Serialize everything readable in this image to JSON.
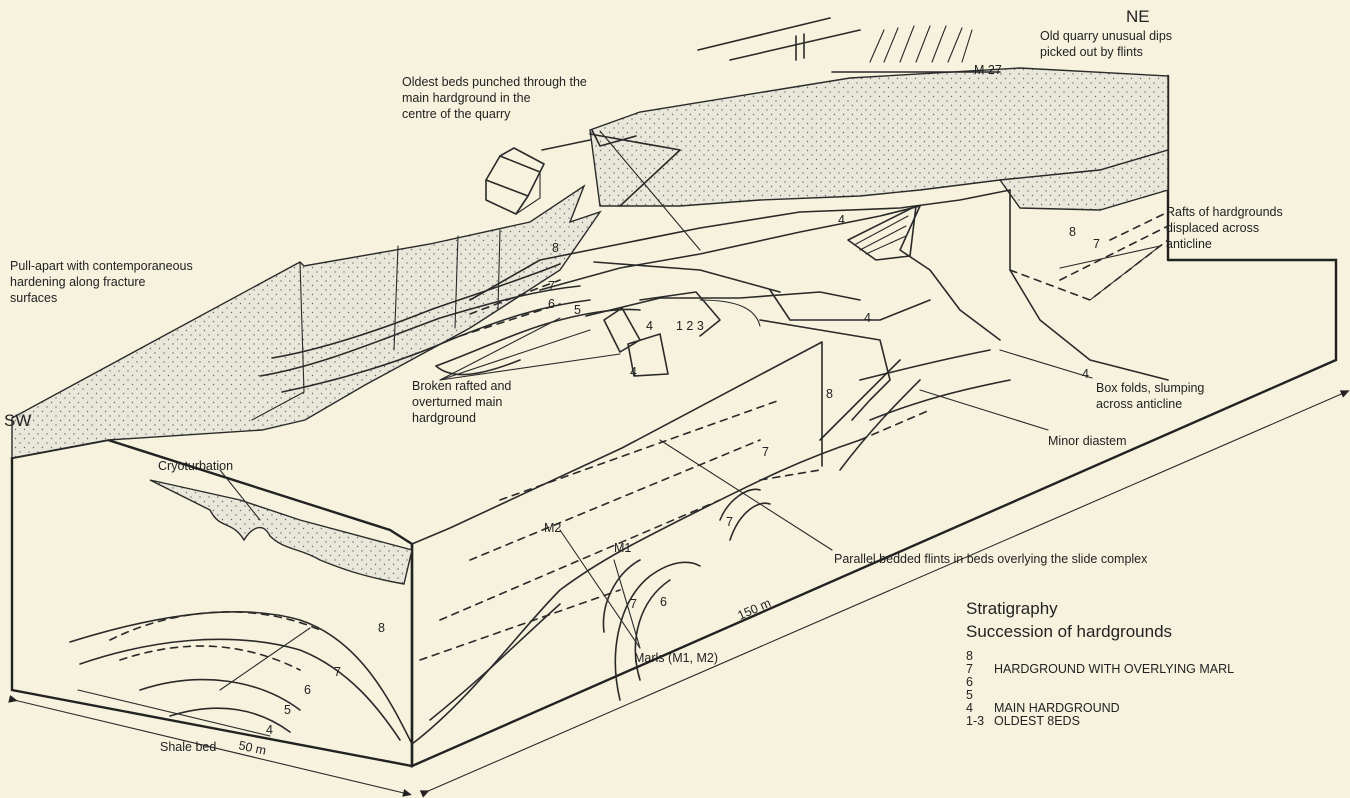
{
  "directions": {
    "sw": "SW",
    "ne": "NE"
  },
  "labels": {
    "m27": "M 27",
    "old_quarry": [
      "Old quarry unusual dips",
      "picked out by flints"
    ],
    "oldest_beds": [
      "Oldest beds punched through the",
      "main hardground in the",
      "centre of the quarry"
    ],
    "pull_apart": [
      "Pull-apart with contemporaneous",
      "hardening along fracture",
      "surfaces"
    ],
    "rafts": [
      "Rafts of hardgrounds",
      "displaced across",
      "anticline"
    ],
    "broken": [
      "Broken rafted and",
      "overturned main",
      "hardground"
    ],
    "box_folds": [
      "Box folds, slumping",
      "across anticline"
    ],
    "minor_diastem": "Minor diastem",
    "cryoturbation": "Cryoturbation",
    "parallel_flints": "Parallel bedded flints in beds overlying the slide complex",
    "marls": "Marls (M1, M2)",
    "m1": "M1",
    "m2": "M2",
    "shale_bed": "Shale bed",
    "dim_150": "150 m",
    "dim_50": "50 m"
  },
  "bed_numbers": {
    "n8": "8",
    "n7": "7",
    "n6": "6",
    "n5": "5",
    "n4": "4",
    "n123": "1 2 3"
  },
  "legend": {
    "title": "Stratigraphy",
    "subtitle": "Succession of hardgrounds",
    "items": [
      {
        "num": "8",
        "text": ""
      },
      {
        "num": "7",
        "text": "HARDGROUND WITH OVERLYING MARL"
      },
      {
        "num": "6",
        "text": ""
      },
      {
        "num": "5",
        "text": ""
      },
      {
        "num": "4",
        "text": "MAIN HARDGROUND"
      },
      {
        "num": "1-3",
        "text": "OLDEST 8EDS"
      }
    ]
  }
}
